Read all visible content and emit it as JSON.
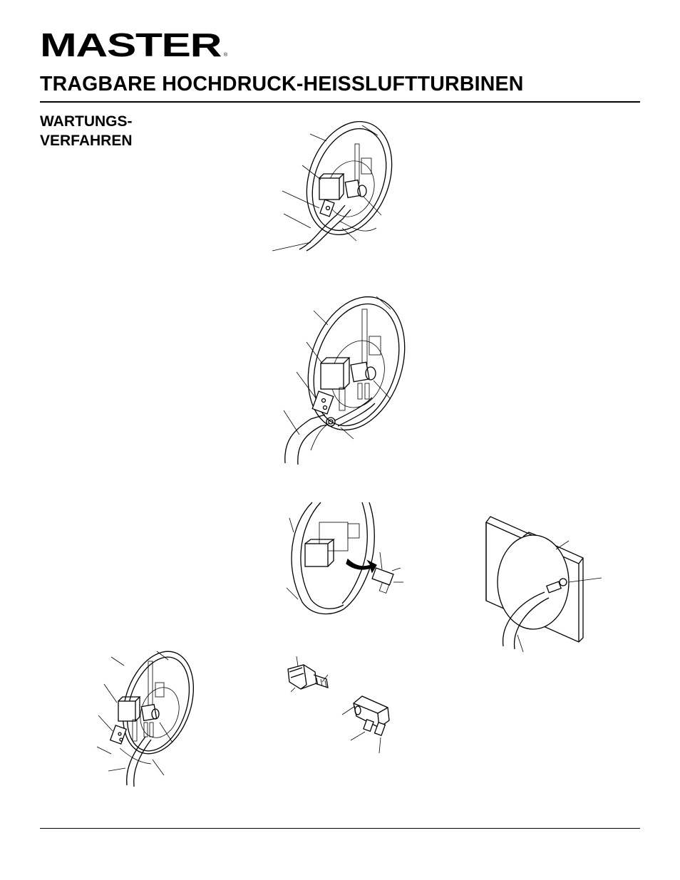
{
  "header": {
    "logo_text": "MASTER",
    "logo_registered": "®",
    "title": "TRAGBARE HOCHDRUCK-HEISSLUFTTURBINEN"
  },
  "section": {
    "heading_line1": "WARTUNGS-",
    "heading_line2": "VERFAHREN"
  },
  "figures": [
    {
      "id": "fig-burner-front-1",
      "icon": "burner-assembly-hose-diagram"
    },
    {
      "id": "fig-burner-front-2",
      "icon": "burner-assembly-detail-diagram"
    },
    {
      "id": "fig-nozzle-removal",
      "icon": "nozzle-removal-diagram"
    },
    {
      "id": "fig-fan-guard",
      "icon": "fan-guard-hose-diagram"
    },
    {
      "id": "fig-burner-front-3",
      "icon": "burner-assembly-diagram"
    },
    {
      "id": "fig-nozzle-adapter",
      "icon": "nozzle-adapter-diagram"
    }
  ]
}
